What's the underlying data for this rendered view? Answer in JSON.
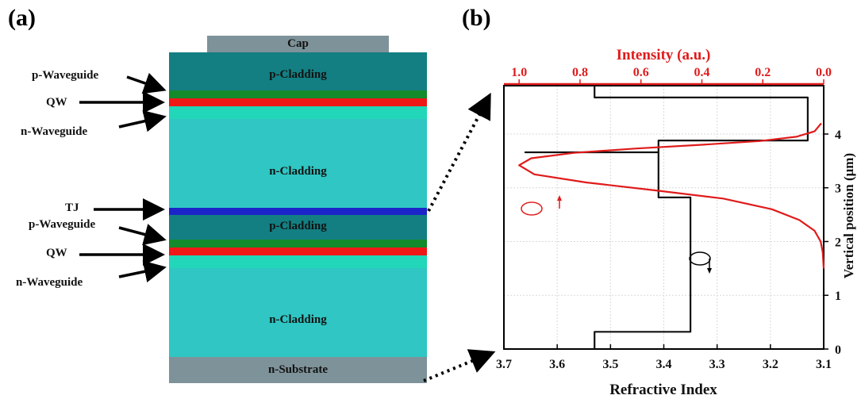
{
  "panels": {
    "a": "(a)",
    "b": "(b)"
  },
  "structure": {
    "layers": {
      "cap": "Cap",
      "p_cladding_top": "p-Cladding",
      "n_cladding_top": "n-Cladding",
      "p_cladding_mid": "p-Cladding",
      "n_cladding_bottom": "n-Cladding",
      "substrate": "n-Substrate"
    },
    "side_labels": {
      "p_waveguide_1": "p-Waveguide",
      "qw_1": "QW",
      "n_waveguide_1": "n-Waveguide",
      "tj": "TJ",
      "p_waveguide_2": "p-Waveguide",
      "qw_2": "QW",
      "n_waveguide_2": "n-Waveguide"
    },
    "colors": {
      "cap": "#7e9299",
      "p_cladding": "#137f82",
      "waveguide_green": "#138a2c",
      "qw_red": "#f01717",
      "n_waveguide": "#22d6b9",
      "n_cladding": "#2fc6c3",
      "tj_blue": "#1b24c9",
      "substrate": "#7e9299"
    }
  },
  "chart_data": {
    "type": "line",
    "title": "Intensity (a.u.)",
    "xlabel": "Refractive Index",
    "ylabel": "Vertical position (μm)",
    "xlim": [
      3.7,
      3.1
    ],
    "ylim": [
      0,
      4.9
    ],
    "top_xlim": [
      1.05,
      0.0
    ],
    "x_ticks": [
      "3.7",
      "3.6",
      "3.5",
      "3.4",
      "3.3",
      "3.2",
      "3.1"
    ],
    "x_tick_values": [
      3.7,
      3.6,
      3.5,
      3.4,
      3.3,
      3.2,
      3.1
    ],
    "top_ticks": [
      "1.0",
      "0.8",
      "0.6",
      "0.4",
      "0.2",
      "0.0"
    ],
    "top_tick_values": [
      1.0,
      0.8,
      0.6,
      0.4,
      0.2,
      0.0
    ],
    "y_ticks": [
      "0",
      "1",
      "2",
      "3",
      "4"
    ],
    "y_tick_values": [
      0,
      1,
      2,
      3,
      4
    ],
    "grid": true,
    "series": [
      {
        "axis": "bottom",
        "color": "#111111",
        "x": [
          3.53,
          3.53,
          3.35,
          3.35,
          3.41,
          3.41,
          3.66,
          3.41,
          3.41,
          3.13,
          3.13,
          3.53,
          3.53
        ],
        "y": [
          0,
          0.32,
          0.32,
          2.82,
          2.82,
          3.66,
          3.66,
          3.66,
          3.88,
          3.88,
          4.68,
          4.68,
          4.9
        ]
      },
      {
        "axis": "top",
        "color": "#e01b1b",
        "x": [
          0.0,
          0.003,
          0.01,
          0.03,
          0.08,
          0.17,
          0.33,
          0.55,
          0.78,
          0.95,
          1.0,
          0.96,
          0.82,
          0.62,
          0.4,
          0.21,
          0.09,
          0.03,
          0.008
        ],
        "y": [
          1.5,
          1.8,
          2.0,
          2.2,
          2.4,
          2.6,
          2.8,
          2.95,
          3.1,
          3.25,
          3.42,
          3.55,
          3.65,
          3.73,
          3.8,
          3.87,
          3.95,
          4.05,
          4.2
        ]
      }
    ]
  }
}
